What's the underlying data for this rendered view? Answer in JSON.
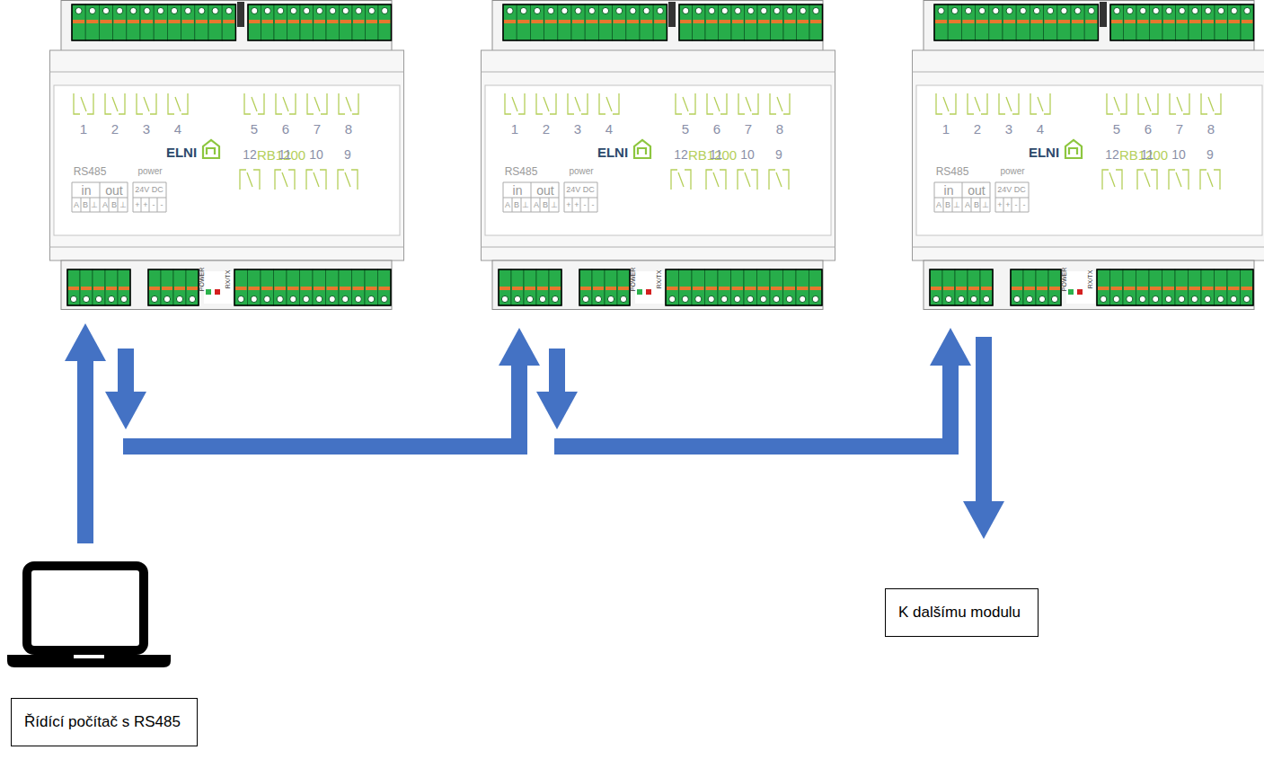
{
  "diagram": {
    "nodes": [
      {
        "text": [
          "1",
          "2",
          "3",
          "4",
          "5",
          "6",
          "7",
          "8",
          "ELNI",
          "RB1200",
          "RS485",
          "power",
          "in",
          "out",
          "A",
          "B",
          "⊥",
          "A",
          "B",
          "⊥",
          "24V DC",
          "+",
          "+",
          "-",
          "-",
          "12",
          "11",
          "10",
          "9",
          "POWER",
          "RX/TX"
        ]
      },
      {
        "text": [
          "1",
          "2",
          "3",
          "4",
          "5",
          "6",
          "7",
          "8",
          "ELNI",
          "RB1200",
          "RS485",
          "power",
          "in",
          "out",
          "A",
          "B",
          "⊥",
          "A",
          "B",
          "⊥",
          "24V DC",
          "+",
          "+",
          "-",
          "-",
          "12",
          "11",
          "10",
          "9",
          "POWER",
          "RX/TX"
        ]
      },
      {
        "text": [
          "1",
          "2",
          "3",
          "4",
          "5",
          "6",
          "7",
          "8",
          "ELNI",
          "RB1200",
          "RS485",
          "power",
          "in",
          "out",
          "A",
          "B",
          "⊥",
          "A",
          "B",
          "⊥",
          "24V DC",
          "+",
          "+",
          "-",
          "-",
          "12",
          "11",
          "10",
          "9",
          "POWER",
          "RX/TX"
        ]
      },
      {
        "text": [
          "Řídící počítač s RS485"
        ]
      },
      {
        "text": [
          "K dalšímu modulu"
        ]
      }
    ],
    "edges": [
      {
        "from": 3,
        "to": 0,
        "arrow": "to"
      },
      {
        "from": 0,
        "to": 1,
        "arrow": "to"
      },
      {
        "from": 1,
        "to": 2,
        "arrow": "to"
      },
      {
        "from": 2,
        "to": 4,
        "arrow": "to"
      }
    ]
  }
}
